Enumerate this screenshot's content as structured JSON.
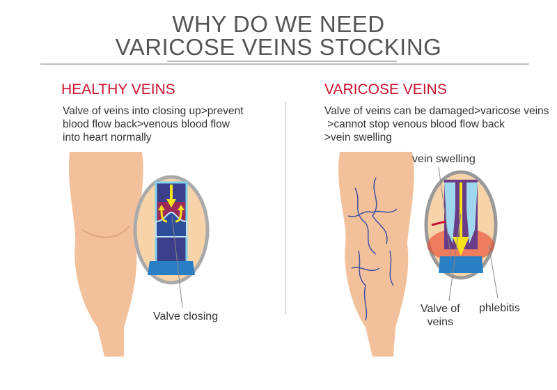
{
  "title": {
    "line1": "WHY DO WE NEED",
    "line2": "VARICOSE VEINS STOCKING"
  },
  "healthy": {
    "heading": "HEALTHY VEINS",
    "description": "Valve of veins into closing up>prevent\nblood flow back>venous blood flow\ninto heart normally",
    "label_valve": "Valve closing"
  },
  "varicose": {
    "heading": "VARICOSE VEINS",
    "description": "Valve of veins can be damaged>varicose veins\n >cannot stop venous blood flow back\n>vein swelling",
    "label_swelling": "vein swelling",
    "label_valve": "Valve of\nveins",
    "label_phlebitis": "phlebitis"
  },
  "colors": {
    "heading": "#c8102e",
    "skin": "#f2c19c",
    "vein": "#2f3f8f",
    "arrow": "#f5e21b"
  }
}
